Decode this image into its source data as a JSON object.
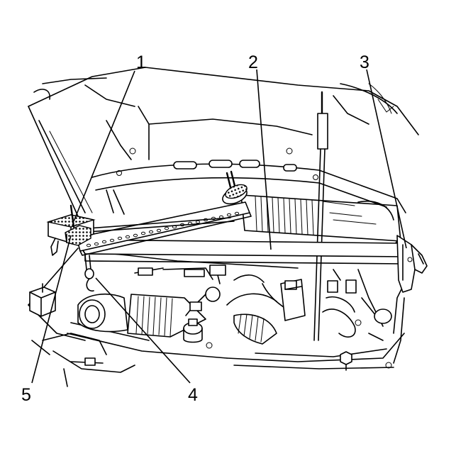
{
  "callouts": [
    {
      "label": "1"
    },
    {
      "label": "2"
    },
    {
      "label": "3"
    },
    {
      "label": "4"
    },
    {
      "label": "5"
    }
  ],
  "colors": {
    "line": "#000000",
    "background": "#ffffff",
    "knurl": "#bdbdbd"
  }
}
